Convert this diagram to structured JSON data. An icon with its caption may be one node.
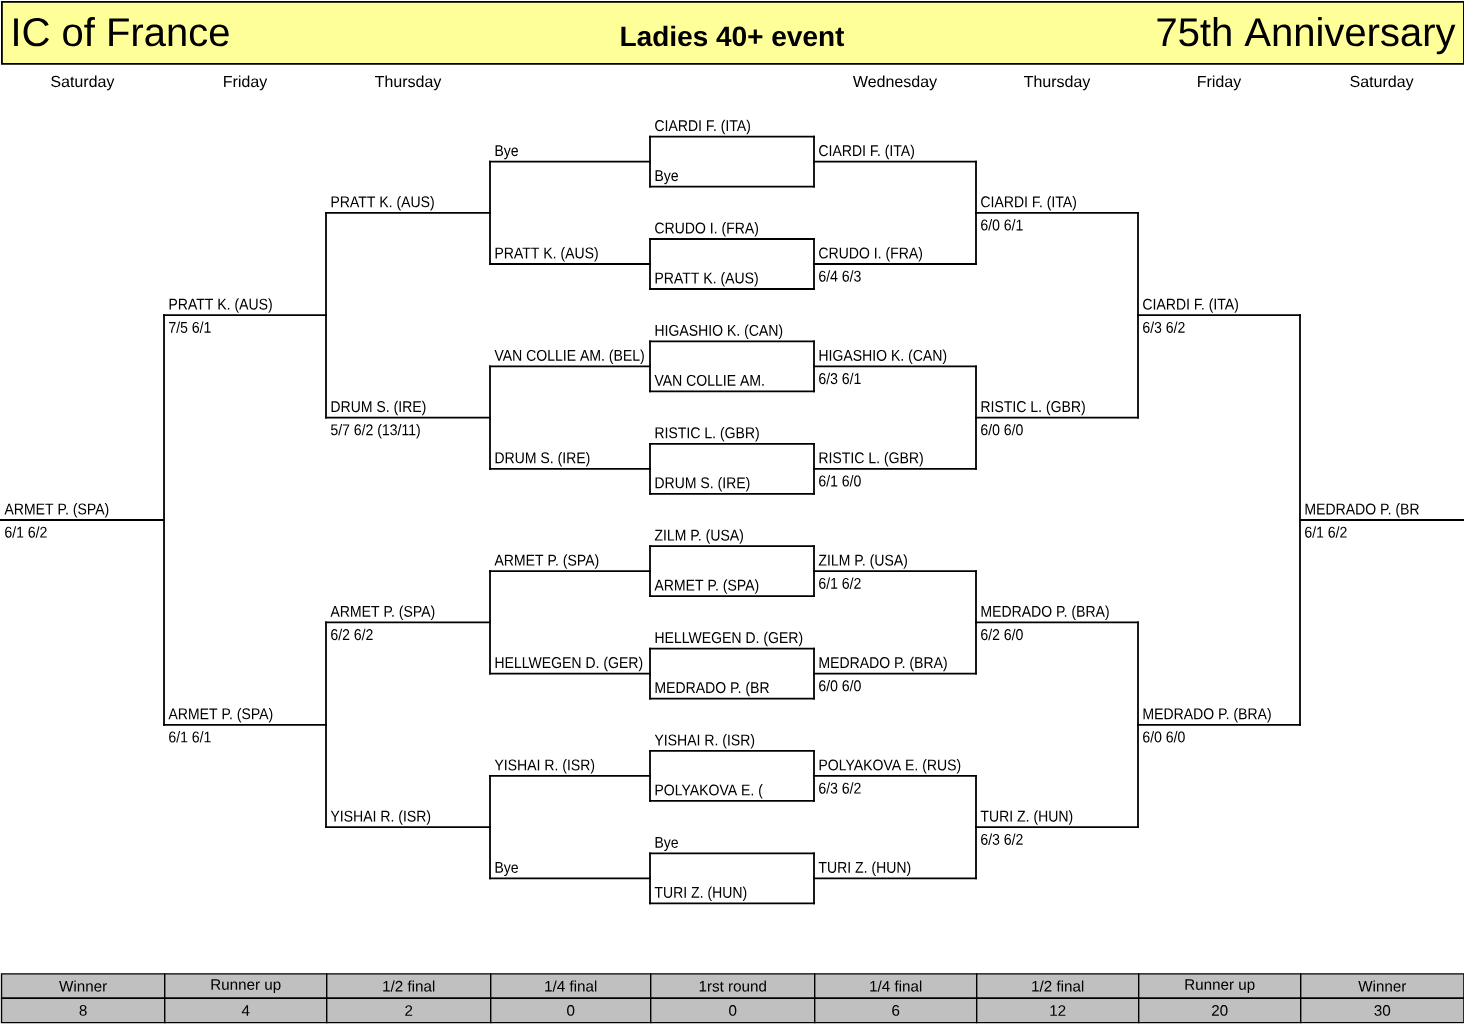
{
  "diagram": {
    "nodes": [
      {
        "text": [
          "IC of France",
          "Ladies 40+ event",
          "75th Anniversary"
        ]
      },
      {
        "text": [
          "ARMET P. (SPA)",
          "6/1 6/2"
        ]
      },
      {
        "text": [
          "PRATT K. (AUS)",
          "7/5 6/1"
        ]
      },
      {
        "text": [
          "ARMET P. (SPA)",
          "6/1 6/1"
        ]
      },
      {
        "text": [
          "PRATT K. (AUS)"
        ]
      },
      {
        "text": [
          "DRUM S. (IRE)",
          "5/7 6/2 (13/11)"
        ]
      },
      {
        "text": [
          "ARMET P. (SPA)",
          "6/2 6/2"
        ]
      },
      {
        "text": [
          "YISHAI R. (ISR)"
        ]
      },
      {
        "text": [
          "Bye"
        ]
      },
      {
        "text": [
          "PRATT K. (AUS)"
        ]
      },
      {
        "text": [
          "VAN COLLIE AM. (BEL)"
        ]
      },
      {
        "text": [
          "DRUM S. (IRE)"
        ]
      },
      {
        "text": [
          "ARMET P. (SPA)"
        ]
      },
      {
        "text": [
          "HELLWEGEN D. (GER)"
        ]
      },
      {
        "text": [
          "YISHAI R. (ISR)"
        ]
      },
      {
        "text": [
          "Bye"
        ]
      },
      {
        "text": [
          "CIARDI F. (ITA)"
        ]
      },
      {
        "text": [
          "Bye"
        ]
      },
      {
        "text": [
          "CRUDO I. (FRA)"
        ]
      },
      {
        "text": [
          "PRATT K. (AUS)"
        ]
      },
      {
        "text": [
          "HIGASHIO K. (CAN)"
        ]
      },
      {
        "text": [
          "VAN COLLIE AM."
        ]
      },
      {
        "text": [
          "RISTIC L. (GBR)"
        ]
      },
      {
        "text": [
          "DRUM S. (IRE)"
        ]
      },
      {
        "text": [
          "ZILM P. (USA)"
        ]
      },
      {
        "text": [
          "ARMET P. (SPA)"
        ]
      },
      {
        "text": [
          "HELLWEGEN D. (GER)"
        ]
      },
      {
        "text": [
          "MEDRADO P. (BR"
        ]
      },
      {
        "text": [
          "YISHAI R. (ISR)"
        ]
      },
      {
        "text": [
          "POLYAKOVA E. ("
        ]
      },
      {
        "text": [
          "Bye"
        ]
      },
      {
        "text": [
          "TURI Z. (HUN)"
        ]
      },
      {
        "text": [
          "CIARDI F. (ITA)"
        ]
      },
      {
        "text": [
          "CRUDO I. (FRA)",
          "6/4 6/3"
        ]
      },
      {
        "text": [
          "HIGASHIO K. (CAN)",
          "6/3 6/1"
        ]
      },
      {
        "text": [
          "RISTIC L. (GBR)",
          "6/1 6/0"
        ]
      },
      {
        "text": [
          "ZILM P. (USA)",
          "6/1 6/2"
        ]
      },
      {
        "text": [
          "MEDRADO P. (BRA)",
          "6/0 6/0"
        ]
      },
      {
        "text": [
          "POLYAKOVA E. (RUS)",
          "6/3 6/2"
        ]
      },
      {
        "text": [
          "TURI Z. (HUN)"
        ]
      },
      {
        "text": [
          "CIARDI F. (ITA)",
          "6/0 6/1"
        ]
      },
      {
        "text": [
          "RISTIC L. (GBR)",
          "6/0 6/0"
        ]
      },
      {
        "text": [
          "MEDRADO P. (BRA)",
          "6/2 6/0"
        ]
      },
      {
        "text": [
          "TURI Z. (HUN)",
          "6/3 6/2"
        ]
      },
      {
        "text": [
          "CIARDI F. (ITA)",
          "6/3 6/2"
        ]
      },
      {
        "text": [
          "MEDRADO P. (BRA)",
          "6/0 6/0"
        ]
      },
      {
        "text": [
          "MEDRADO P. (BR",
          "6/1 6/2"
        ]
      }
    ],
    "edges": [
      {
        "from": 2,
        "to": 1,
        "arrow": "none"
      },
      {
        "from": 3,
        "to": 1,
        "arrow": "none"
      },
      {
        "from": 4,
        "to": 2,
        "arrow": "none"
      },
      {
        "from": 5,
        "to": 2,
        "arrow": "none"
      },
      {
        "from": 6,
        "to": 3,
        "arrow": "none"
      },
      {
        "from": 7,
        "to": 3,
        "arrow": "none"
      },
      {
        "from": 8,
        "to": 4,
        "arrow": "none"
      },
      {
        "from": 9,
        "to": 4,
        "arrow": "none"
      },
      {
        "from": 10,
        "to": 5,
        "arrow": "none"
      },
      {
        "from": 11,
        "to": 5,
        "arrow": "none"
      },
      {
        "from": 12,
        "to": 6,
        "arrow": "none"
      },
      {
        "from": 13,
        "to": 6,
        "arrow": "none"
      },
      {
        "from": 14,
        "to": 7,
        "arrow": "none"
      },
      {
        "from": 15,
        "to": 7,
        "arrow": "none"
      },
      {
        "from": 16,
        "to": 8,
        "arrow": "none"
      },
      {
        "from": 17,
        "to": 8,
        "arrow": "none"
      },
      {
        "from": 18,
        "to": 9,
        "arrow": "none"
      },
      {
        "from": 19,
        "to": 9,
        "arrow": "none"
      },
      {
        "from": 20,
        "to": 10,
        "arrow": "none"
      },
      {
        "from": 21,
        "to": 10,
        "arrow": "none"
      },
      {
        "from": 22,
        "to": 11,
        "arrow": "none"
      },
      {
        "from": 23,
        "to": 11,
        "arrow": "none"
      },
      {
        "from": 24,
        "to": 12,
        "arrow": "none"
      },
      {
        "from": 25,
        "to": 12,
        "arrow": "none"
      },
      {
        "from": 26,
        "to": 13,
        "arrow": "none"
      },
      {
        "from": 27,
        "to": 13,
        "arrow": "none"
      },
      {
        "from": 28,
        "to": 14,
        "arrow": "none"
      },
      {
        "from": 29,
        "to": 14,
        "arrow": "none"
      },
      {
        "from": 30,
        "to": 15,
        "arrow": "none"
      },
      {
        "from": 31,
        "to": 15,
        "arrow": "none"
      },
      {
        "from": 16,
        "to": 32,
        "arrow": "none"
      },
      {
        "from": 17,
        "to": 32,
        "arrow": "none"
      },
      {
        "from": 18,
        "to": 33,
        "arrow": "none"
      },
      {
        "from": 19,
        "to": 33,
        "arrow": "none"
      },
      {
        "from": 20,
        "to": 34,
        "arrow": "none"
      },
      {
        "from": 21,
        "to": 34,
        "arrow": "none"
      },
      {
        "from": 22,
        "to": 35,
        "arrow": "none"
      },
      {
        "from": 23,
        "to": 35,
        "arrow": "none"
      },
      {
        "from": 24,
        "to": 36,
        "arrow": "none"
      },
      {
        "from": 25,
        "to": 36,
        "arrow": "none"
      },
      {
        "from": 26,
        "to": 37,
        "arrow": "none"
      },
      {
        "from": 27,
        "to": 37,
        "arrow": "none"
      },
      {
        "from": 28,
        "to": 38,
        "arrow": "none"
      },
      {
        "from": 29,
        "to": 38,
        "arrow": "none"
      },
      {
        "from": 30,
        "to": 39,
        "arrow": "none"
      },
      {
        "from": 31,
        "to": 39,
        "arrow": "none"
      },
      {
        "from": 32,
        "to": 40,
        "arrow": "none"
      },
      {
        "from": 33,
        "to": 40,
        "arrow": "none"
      },
      {
        "from": 34,
        "to": 41,
        "arrow": "none"
      },
      {
        "from": 35,
        "to": 41,
        "arrow": "none"
      },
      {
        "from": 36,
        "to": 42,
        "arrow": "none"
      },
      {
        "from": 37,
        "to": 42,
        "arrow": "none"
      },
      {
        "from": 38,
        "to": 43,
        "arrow": "none"
      },
      {
        "from": 39,
        "to": 43,
        "arrow": "none"
      },
      {
        "from": 40,
        "to": 44,
        "arrow": "none"
      },
      {
        "from": 41,
        "to": 44,
        "arrow": "none"
      },
      {
        "from": 42,
        "to": 45,
        "arrow": "none"
      },
      {
        "from": 43,
        "to": 45,
        "arrow": "none"
      },
      {
        "from": 44,
        "to": 46,
        "arrow": "none"
      },
      {
        "from": 45,
        "to": 46,
        "arrow": "none"
      }
    ],
    "labels": [
      "Saturday",
      "Friday",
      "Thursday",
      "Wednesday",
      "Thursday",
      "Friday",
      "Saturday",
      "Winner",
      "Runner up",
      "1/2 final",
      "1/4 final",
      "1rst round",
      "1/4 final",
      "1/2 final",
      "Runner up",
      "Winner",
      "8",
      "4",
      "2",
      "0",
      "0",
      "6",
      "12",
      "20",
      "30"
    ]
  }
}
